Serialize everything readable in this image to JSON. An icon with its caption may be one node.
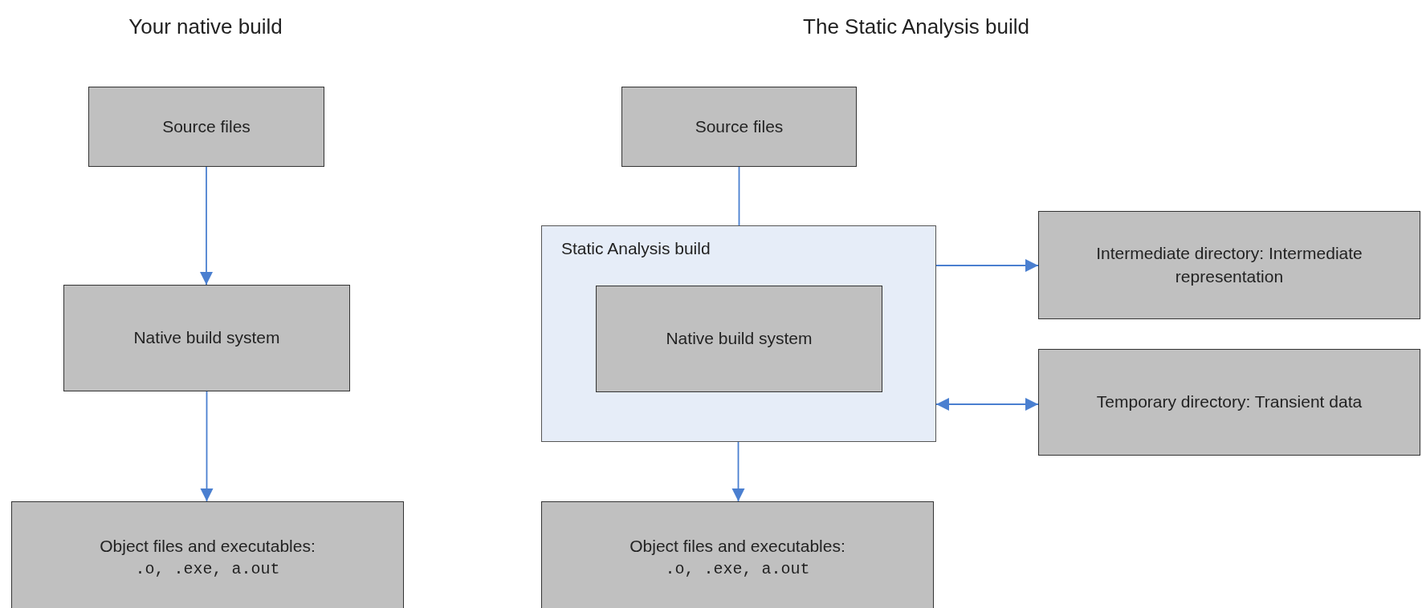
{
  "diagram": {
    "nodes": [
      {
        "text": [
          "Source files"
        ]
      },
      {
        "text": [
          "Native build system"
        ]
      },
      {
        "text": [
          "Object files and executables:",
          ".o, .exe, a.out"
        ]
      },
      {
        "text": [
          "Source files"
        ]
      },
      {
        "text": [
          "Static Analysis build"
        ]
      },
      {
        "text": [
          "Native build system"
        ],
        "in": 4
      },
      {
        "text": [
          "Object files and executables:",
          ".o, .exe, a.out"
        ]
      },
      {
        "text": [
          "Intermediate directory: Intermediate representation"
        ]
      },
      {
        "text": [
          "Temporary directory: Transient data"
        ]
      }
    ],
    "edges": [
      {
        "from": 0,
        "to": 1,
        "arrow": "to"
      },
      {
        "from": 1,
        "to": 2,
        "arrow": "to"
      },
      {
        "from": 3,
        "to": 5,
        "arrow": "to"
      },
      {
        "from": 5,
        "to": 6,
        "arrow": "to"
      },
      {
        "from": 4,
        "to": 7,
        "arrow": "to"
      },
      {
        "from": 4,
        "to": 8,
        "arrow": "both"
      }
    ],
    "labels": [
      "Your native build",
      "The Static Analysis build"
    ]
  }
}
